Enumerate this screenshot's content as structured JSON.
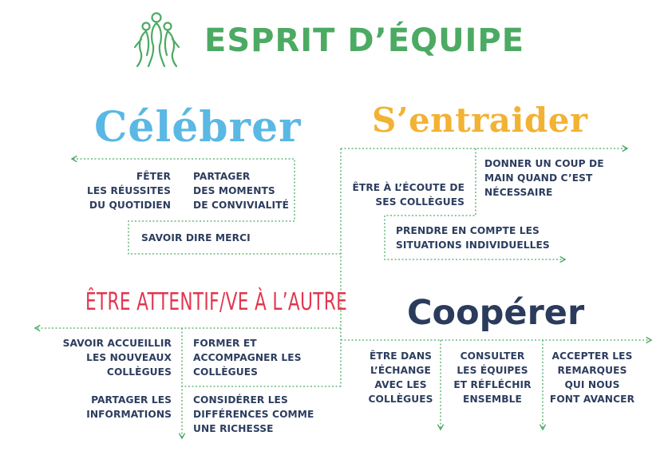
{
  "title": "ESPRIT D’ÉQUIPE",
  "colors": {
    "green": "#4caa63",
    "celebrer": "#5ab8e4",
    "entraider": "#f2b233",
    "attentif": "#e2364f",
    "cooperer": "#2b3b5c",
    "text": "#2c3d5e"
  },
  "sections": {
    "celebrer": {
      "title": "Célébrer",
      "items": [
        "FÊTER\nLES RÉUSSITES\nDU QUOTIDIEN",
        "PARTAGER\nDES MOMENTS\nDE CONVIVIALITÉ",
        "SAVOIR DIRE MERCI"
      ]
    },
    "entraider": {
      "title": "S’entraider",
      "items": [
        "ÊTRE À L’ÉCOUTE DE\nSES COLLÈGUES",
        "DONNER UN COUP DE\nMAIN QUAND C’EST\nNÉCESSAIRE",
        "PRENDRE EN COMPTE LES\nSITUATIONS INDIVIDUELLES"
      ]
    },
    "attentif": {
      "title": "ÊTRE ATTENTIF/VE À L’AUTRE",
      "items": [
        "SAVOIR ACCUEILLIR\nLES NOUVEAUX\nCOLLÈGUES",
        "FORMER ET\nACCOMPAGNER LES\nCOLLÈGUES",
        "PARTAGER LES\nINFORMATIONS",
        "CONSIDÉRER LES\nDIFFÉRENCES COMME\nUNE RICHESSE"
      ]
    },
    "cooperer": {
      "title": "Coopérer",
      "items": [
        "ÊTRE DANS\nL’ÉCHANGE\nAVEC LES\nCOLLÈGUES",
        "CONSULTER\nLES ÉQUIPES\nET RÉFLÉCHIR\nENSEMBLE",
        "ACCEPTER LES\nREMARQUES\nQUI NOUS\nFONT AVANCER"
      ]
    }
  }
}
